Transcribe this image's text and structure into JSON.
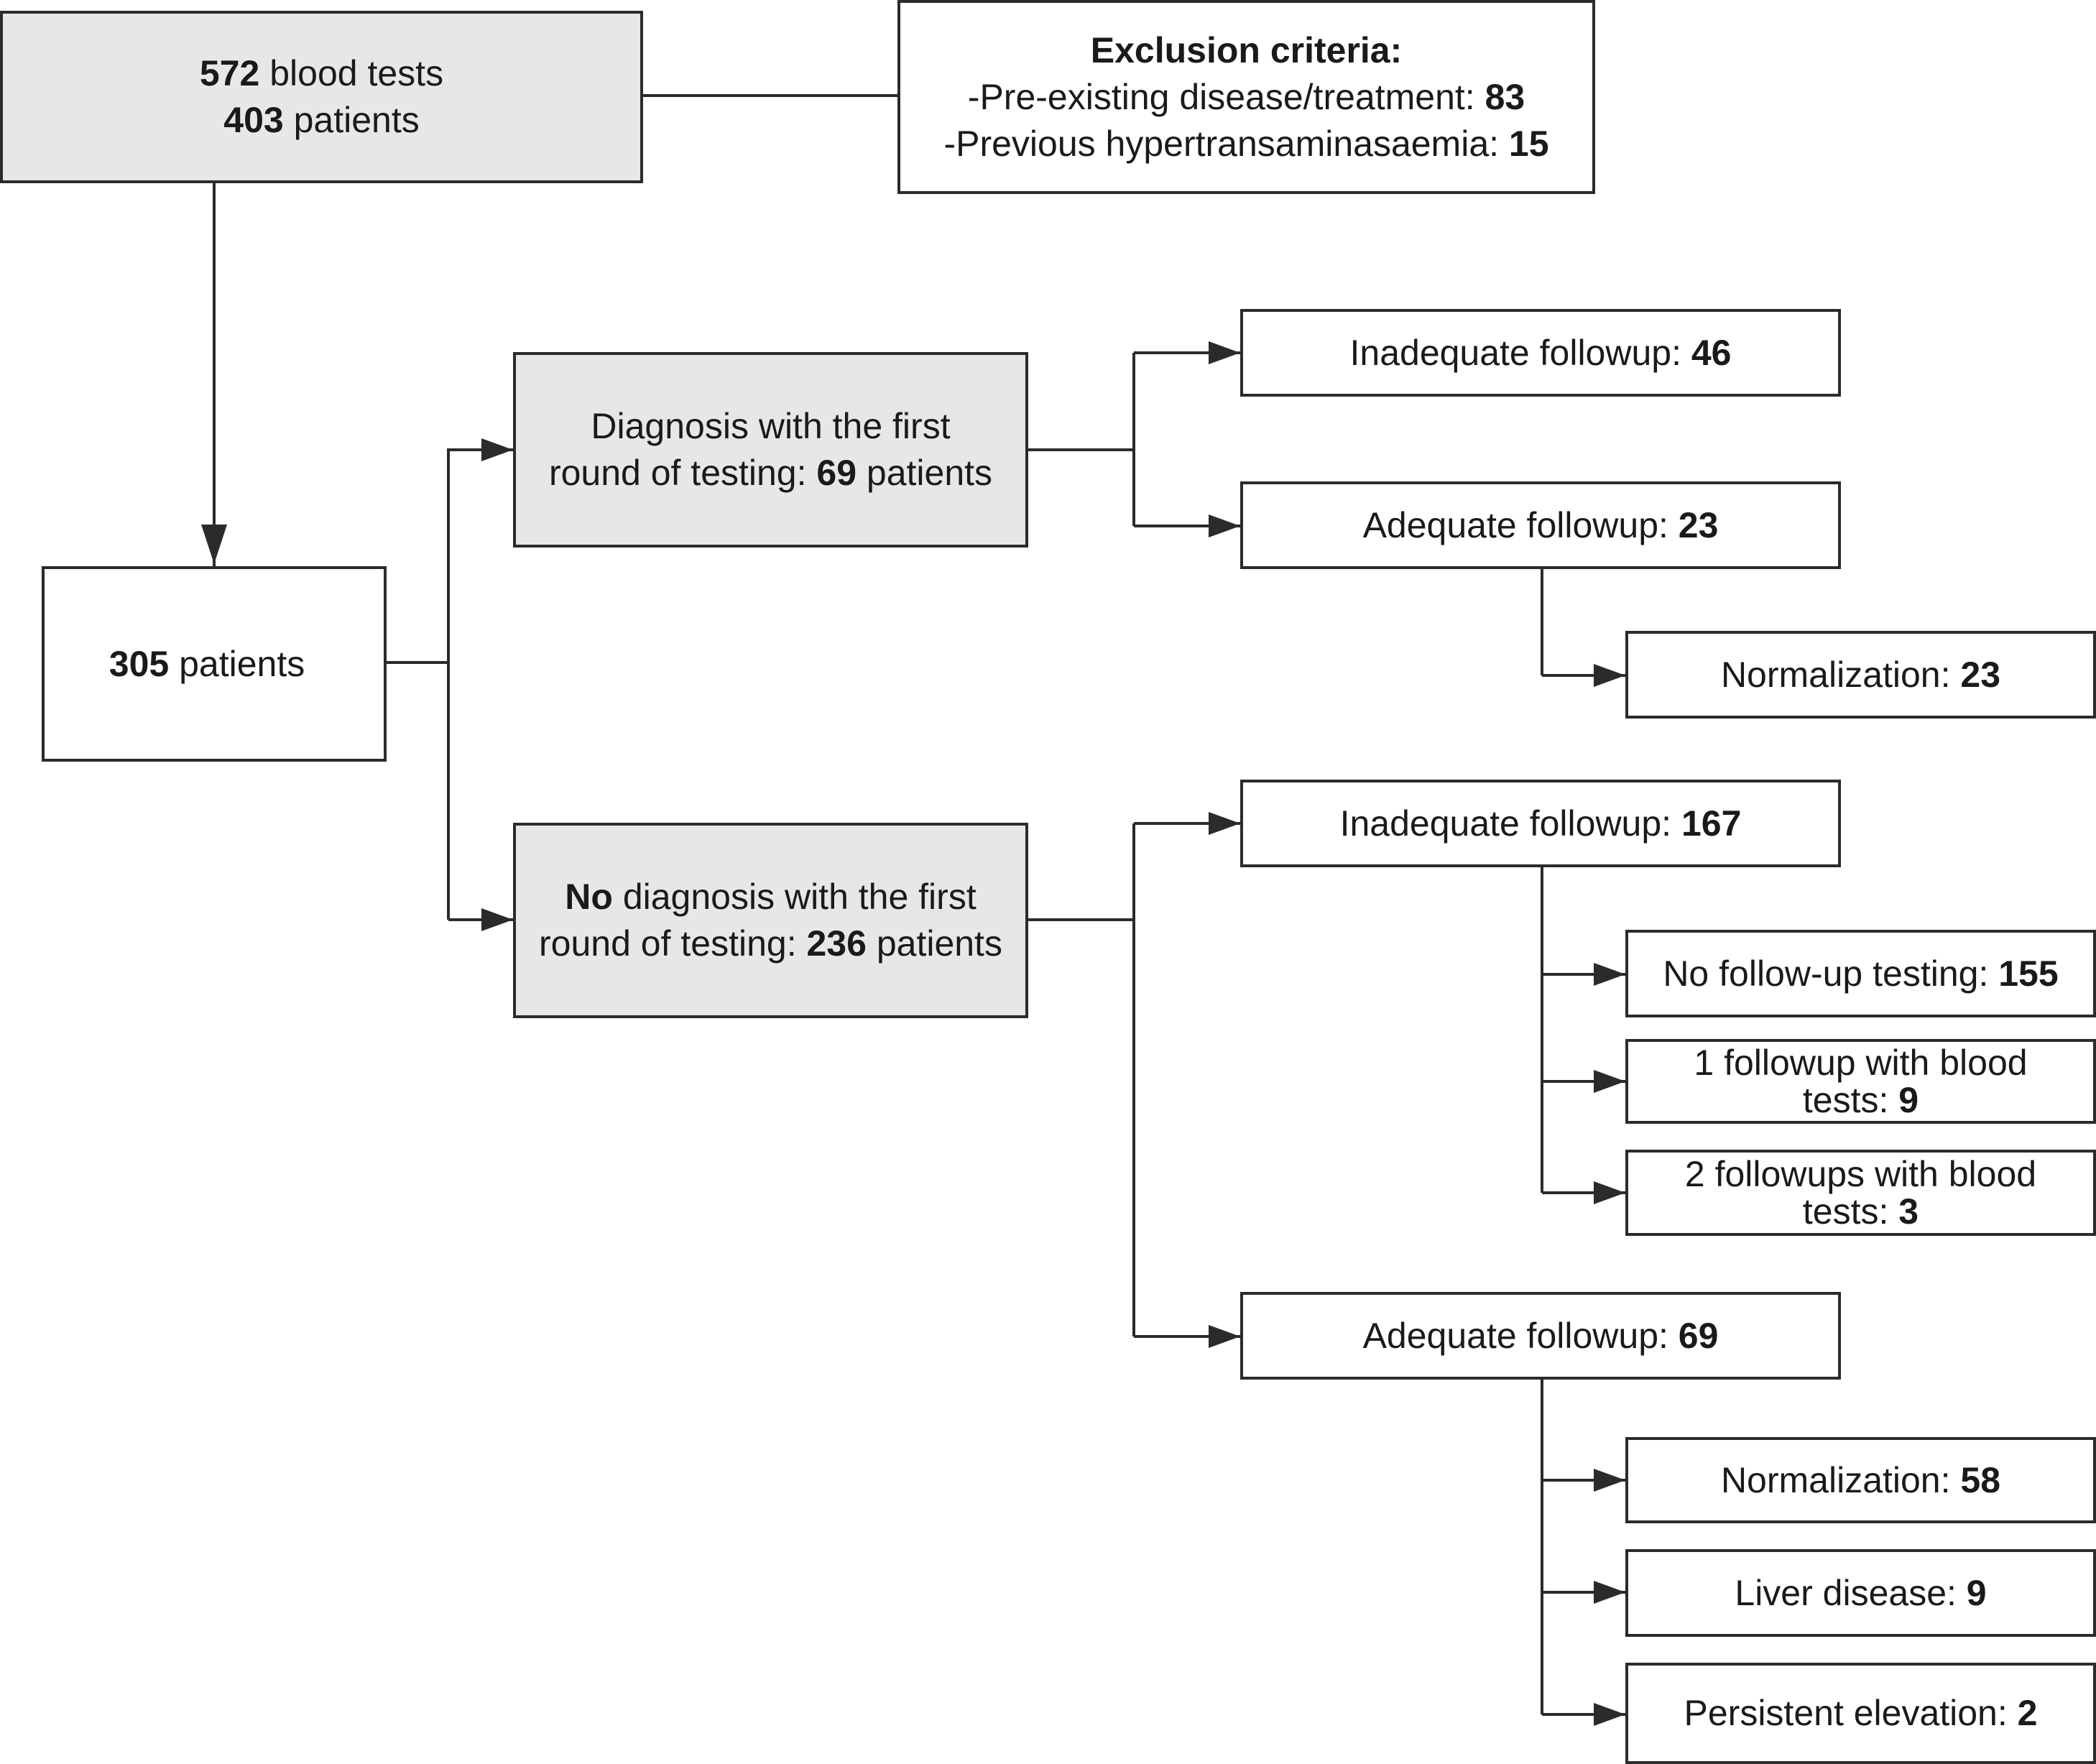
{
  "nodes": {
    "start": {
      "line1": {
        "num": "572",
        "text": " blood tests"
      },
      "line2": {
        "num": "403",
        "text": " patients"
      }
    },
    "exclusion": {
      "title": "Exclusion criteria:",
      "line1": {
        "text": "-Pre-existing disease/treatment: ",
        "num": "83"
      },
      "line2": {
        "text": "-Previous hypertransaminasaemia: ",
        "num": "15"
      }
    },
    "patients305": {
      "num": "305",
      "text": " patients"
    },
    "diag_first": {
      "line1": "Diagnosis with the first",
      "line2_pre": "round of testing: ",
      "line2_num": "69",
      "line2_post": " patients"
    },
    "no_diag": {
      "line1_bold": "No",
      "line1_rest": " diagnosis with the first",
      "line2_pre": "round of testing: ",
      "line2_num": "236",
      "line2_post": " patients"
    },
    "inadequate_46": {
      "text": "Inadequate followup: ",
      "num": "46"
    },
    "adequate_23": {
      "text": "Adequate followup: ",
      "num": "23"
    },
    "normalization_23": {
      "text": "Normalization: ",
      "num": "23"
    },
    "inadequate_167": {
      "text": "Inadequate followup: ",
      "num": "167"
    },
    "no_followup_155": {
      "text": "No follow-up testing: ",
      "num": "155"
    },
    "one_followup_9": {
      "line1": "1 followup with blood",
      "line2_pre": "tests: ",
      "line2_num": "9"
    },
    "two_followups_3": {
      "line1": "2 followups with blood",
      "line2_pre": "tests: ",
      "line2_num": "3"
    },
    "adequate_69": {
      "text": "Adequate followup: ",
      "num": "69"
    },
    "normalization_58": {
      "text": "Normalization: ",
      "num": "58"
    },
    "liver_disease_9": {
      "text": "Liver disease: ",
      "num": "9"
    },
    "persistent_2": {
      "text": "Persistent elevation: ",
      "num": "2"
    }
  },
  "colors": {
    "line": "#2b2b2b",
    "shaded_fill": "#e6e7e9",
    "box_fill": "#ffffff"
  }
}
